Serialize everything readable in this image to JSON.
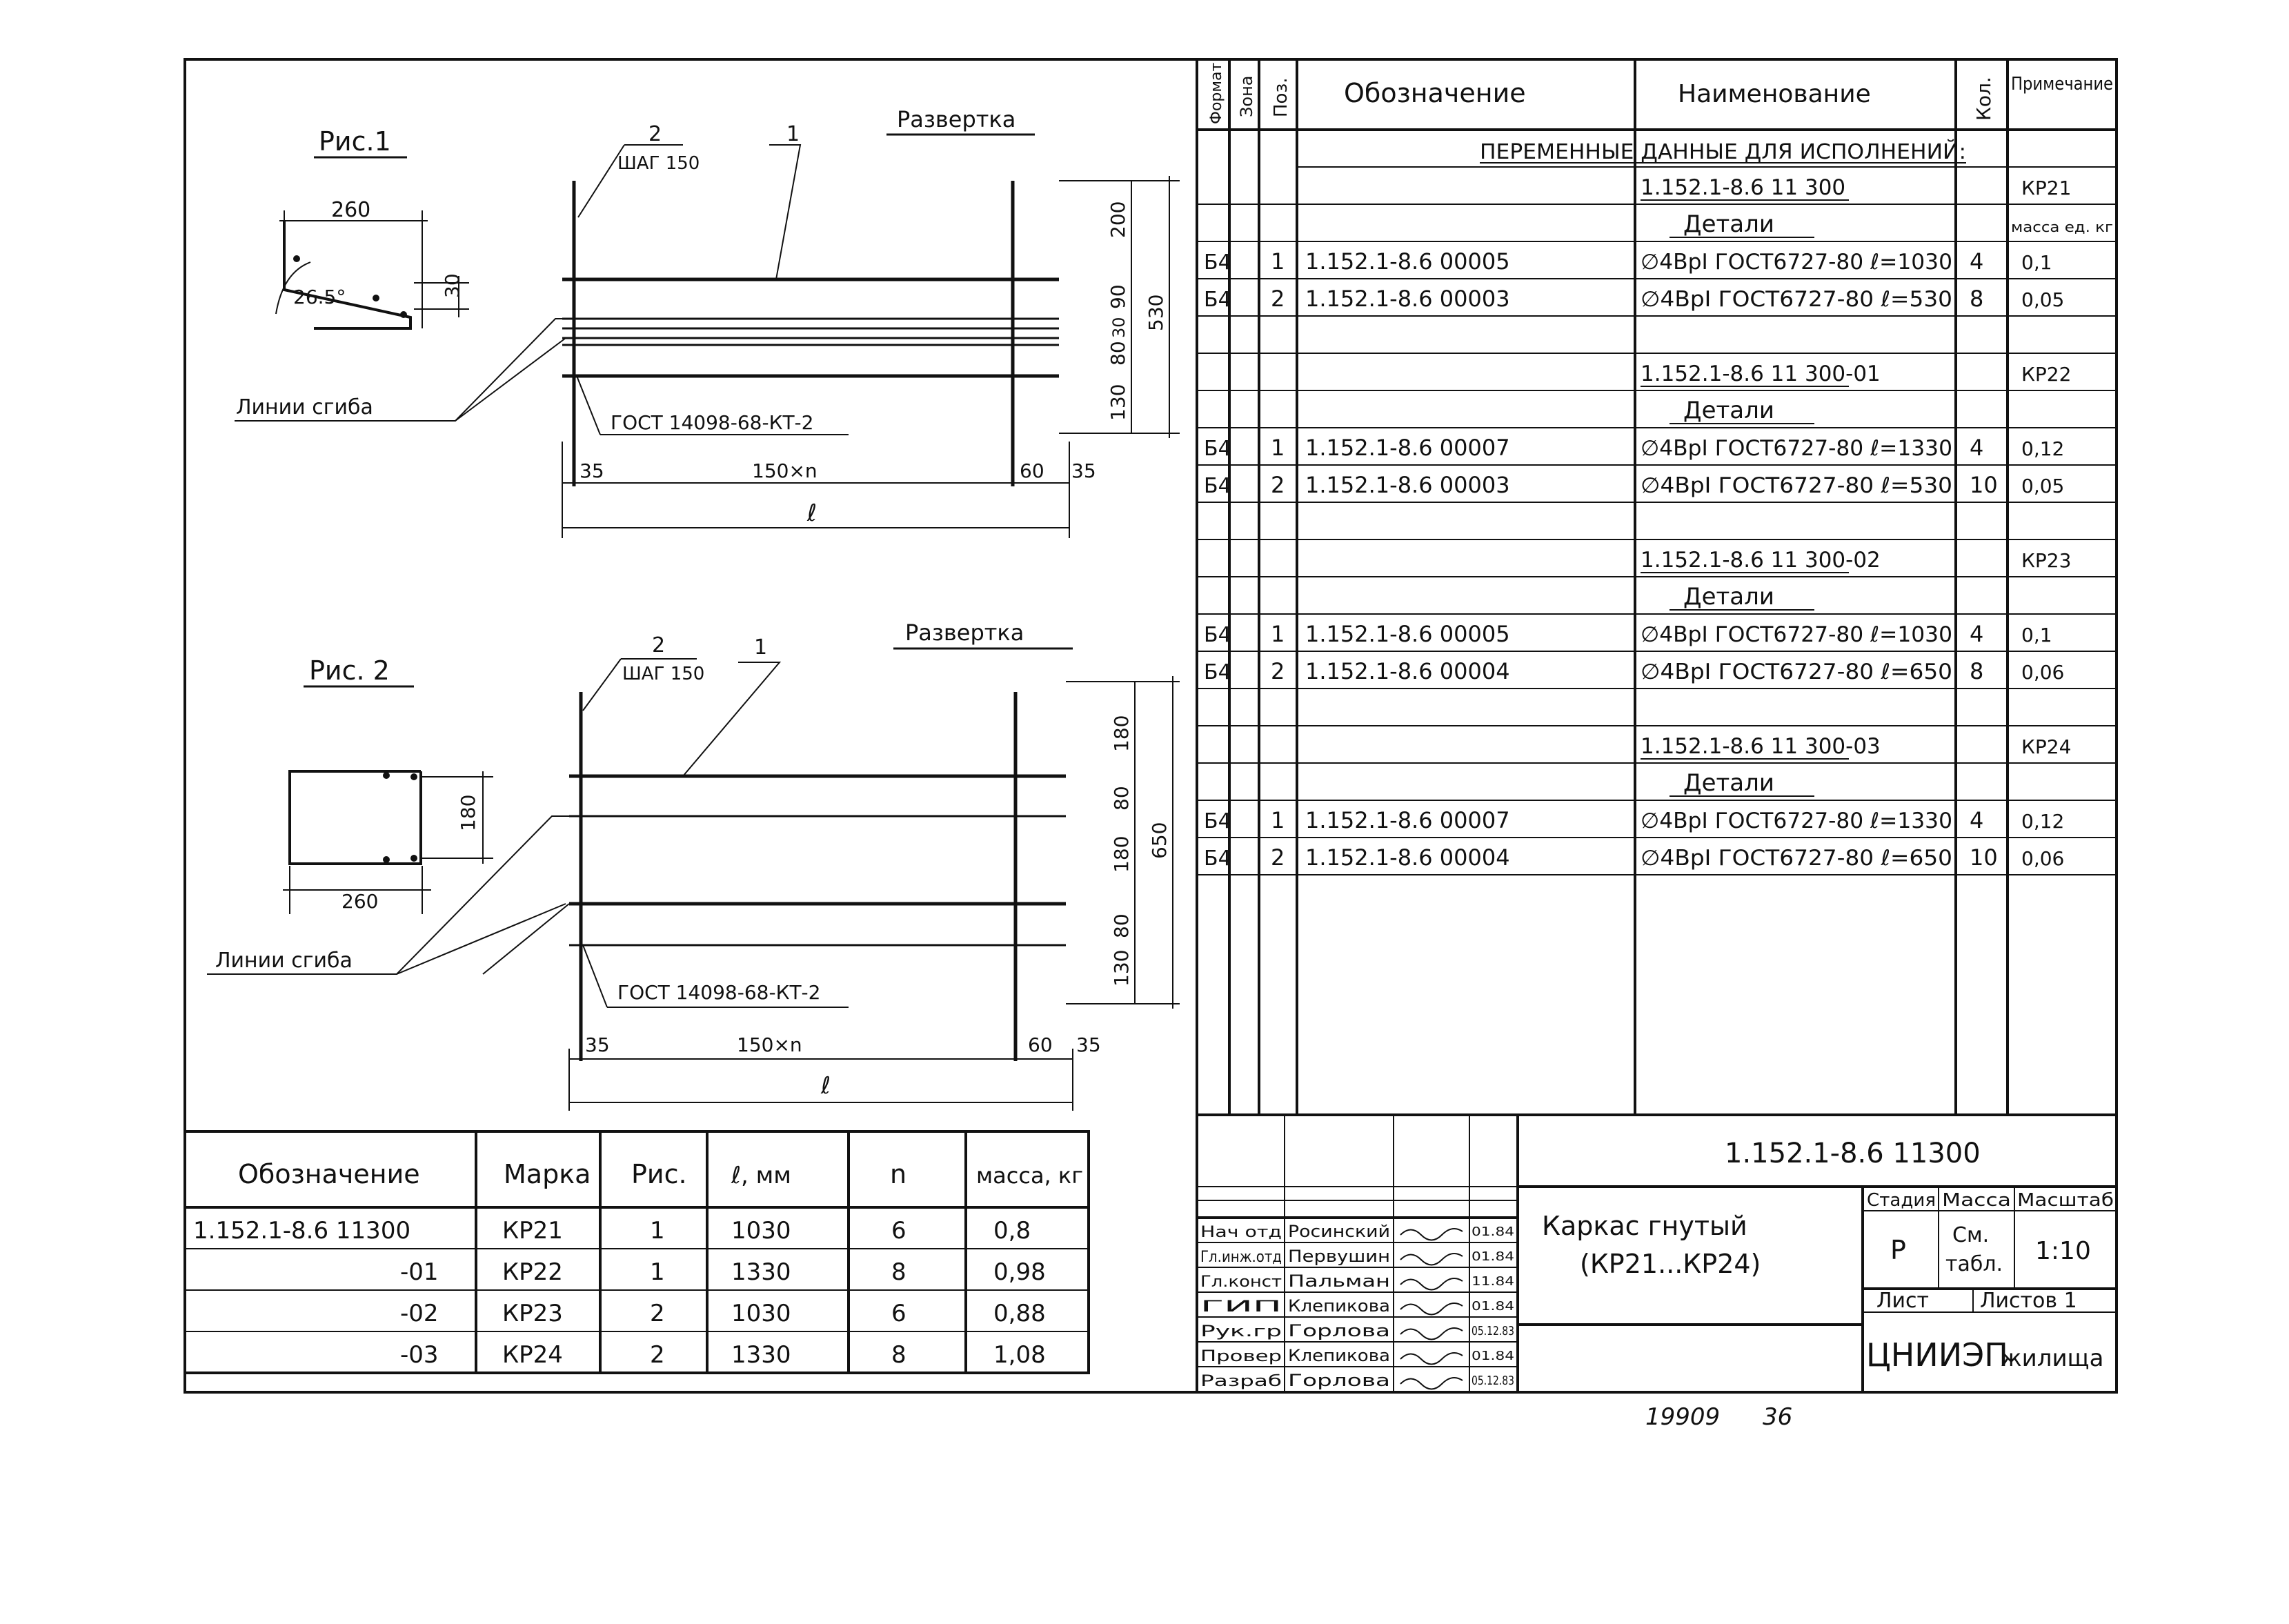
{
  "fig1": {
    "title": "Рис.1",
    "razvertka": "Развертка",
    "pos2": "2",
    "pos1": "1",
    "shag": "ШАГ 150",
    "dim_260": "260",
    "dim_30": "30",
    "angle": "26.5°",
    "linii": "Линии сгиба",
    "gost": "ГОСТ 14098-68-КТ-2",
    "d35": "35",
    "d150n": "150×n",
    "d60": "60",
    "d35b": "35",
    "dl": "ℓ",
    "v": [
      "200",
      "90",
      "30",
      "80",
      "130"
    ],
    "vtot": "530"
  },
  "fig2": {
    "title": "Рис. 2",
    "razvertka": "Развертка",
    "pos2": "2",
    "pos1": "1",
    "shag": "ШАГ 150",
    "dim_180": "180",
    "dim_260": "260",
    "linii": "Линии сгиба",
    "gost": "ГОСТ 14098-68-КТ-2",
    "d35": "35",
    "d150n": "150×n",
    "d60": "60",
    "d35b": "35",
    "dl": "ℓ",
    "v": [
      "180",
      "80",
      "180",
      "80",
      "130"
    ],
    "vtot": "650"
  },
  "bottom_table": {
    "headers": [
      "Обозначение",
      "Марка",
      "Рис.",
      "ℓ, мм",
      "n",
      "масса, кг"
    ],
    "rows": [
      [
        "1.152.1-8.6  11300",
        "КР21",
        "1",
        "1030",
        "6",
        "0,8"
      ],
      [
        "-01",
        "КР22",
        "1",
        "1330",
        "8",
        "0,98"
      ],
      [
        "-02",
        "КР23",
        "2",
        "1030",
        "6",
        "0,88"
      ],
      [
        "-03",
        "КР24",
        "2",
        "1330",
        "8",
        "1,08"
      ]
    ]
  },
  "spec": {
    "headers": {
      "format": "Формат",
      "zona": "Зона",
      "poz": "Поз.",
      "oboz": "Обозначение",
      "naim": "Наименование",
      "kol": "Кол.",
      "prim": "Примечание"
    },
    "variable": "ПЕРЕМЕННЫЕ  ДАННЫЕ  ДЛЯ  ИСПОЛНЕНИЙ:",
    "rows": [
      {
        "f": "",
        "z": "",
        "p": "",
        "o": "",
        "n": "1.152.1-8.6  11 300",
        "k": "",
        "m": "КР21"
      },
      {
        "f": "",
        "z": "",
        "p": "",
        "o": "",
        "n": "Детали",
        "k": "",
        "m": "масса ед. кг"
      },
      {
        "f": "Б4",
        "z": "",
        "p": "1",
        "o": "1.152.1-8.6  00005",
        "n": "∅4ВрI ГОСТ6727-80 ℓ=1030",
        "k": "4",
        "m": "0,1"
      },
      {
        "f": "Б4",
        "z": "",
        "p": "2",
        "o": "1.152.1-8.6  00003",
        "n": "∅4ВрI ГОСТ6727-80 ℓ=530",
        "k": "8",
        "m": "0,05"
      },
      {
        "f": "",
        "z": "",
        "p": "",
        "o": "",
        "n": "",
        "k": "",
        "m": ""
      },
      {
        "f": "",
        "z": "",
        "p": "",
        "o": "",
        "n": "1.152.1-8.6  11 300-01",
        "k": "",
        "m": "КР22"
      },
      {
        "f": "",
        "z": "",
        "p": "",
        "o": "",
        "n": "Детали",
        "k": "",
        "m": ""
      },
      {
        "f": "Б4",
        "z": "",
        "p": "1",
        "o": "1.152.1-8.6  00007",
        "n": "∅4ВрI ГОСТ6727-80 ℓ=1330",
        "k": "4",
        "m": "0,12"
      },
      {
        "f": "Б4",
        "z": "",
        "p": "2",
        "o": "1.152.1-8.6  00003",
        "n": "∅4ВрI ГОСТ6727-80 ℓ=530",
        "k": "10",
        "m": "0,05"
      },
      {
        "f": "",
        "z": "",
        "p": "",
        "o": "",
        "n": "",
        "k": "",
        "m": ""
      },
      {
        "f": "",
        "z": "",
        "p": "",
        "o": "",
        "n": "1.152.1-8.6  11 300-02",
        "k": "",
        "m": "КР23"
      },
      {
        "f": "",
        "z": "",
        "p": "",
        "o": "",
        "n": "Детали",
        "k": "",
        "m": ""
      },
      {
        "f": "Б4",
        "z": "",
        "p": "1",
        "o": "1.152.1-8.6  00005",
        "n": "∅4ВрI ГОСТ6727-80 ℓ=1030",
        "k": "4",
        "m": "0,1"
      },
      {
        "f": "Б4",
        "z": "",
        "p": "2",
        "o": "1.152.1-8.6  00004",
        "n": "∅4ВрI ГОСТ6727-80 ℓ=650",
        "k": "8",
        "m": "0,06"
      },
      {
        "f": "",
        "z": "",
        "p": "",
        "o": "",
        "n": "",
        "k": "",
        "m": ""
      },
      {
        "f": "",
        "z": "",
        "p": "",
        "o": "",
        "n": "1.152.1-8.6  11 300-03",
        "k": "",
        "m": "КР24"
      },
      {
        "f": "",
        "z": "",
        "p": "",
        "o": "",
        "n": "Детали",
        "k": "",
        "m": ""
      },
      {
        "f": "Б4",
        "z": "",
        "p": "1",
        "o": "1.152.1-8.6  00007",
        "n": "∅4ВрI ГОСТ6727-80 ℓ=1330",
        "k": "4",
        "m": "0,12"
      },
      {
        "f": "Б4",
        "z": "",
        "p": "2",
        "o": "1.152.1-8.6  00004",
        "n": "∅4ВрI ГОСТ6727-80 ℓ=650",
        "k": "10",
        "m": "0,06"
      }
    ]
  },
  "title_block": {
    "code": "1.152.1-8.6  11300",
    "name1": "Каркас гнутый",
    "name2": "(КР21...КР24)",
    "stadia_h": "Стадия",
    "massa_h": "Масса",
    "masshtab_h": "Масштаб",
    "stadia": "Р",
    "massa1": "См.",
    "massa2": "табл.",
    "masshtab": "1:10",
    "list": "Лист",
    "listov": "Листов 1",
    "org1": "ЦНИИЭП",
    "org2": "жилища",
    "people": [
      {
        "role": "Нач отд",
        "name": "Росинский",
        "date": "01.84"
      },
      {
        "role": "Гл.инж.отд",
        "name": "Первушин",
        "date": "01.84"
      },
      {
        "role": "Гл.конст",
        "name": "Пальман",
        "date": "11.84"
      },
      {
        "role": "ГИП",
        "name": "Клепикова",
        "date": "01.84"
      },
      {
        "role": "Рук.гр",
        "name": "Горлова",
        "date": "05.12.83"
      },
      {
        "role": "Провер",
        "name": "Клепикова",
        "date": "01.84"
      },
      {
        "role": "Разраб",
        "name": "Горлова",
        "date": "05.12.83"
      }
    ]
  },
  "stamp": {
    "num": "19909",
    "page": "36"
  }
}
